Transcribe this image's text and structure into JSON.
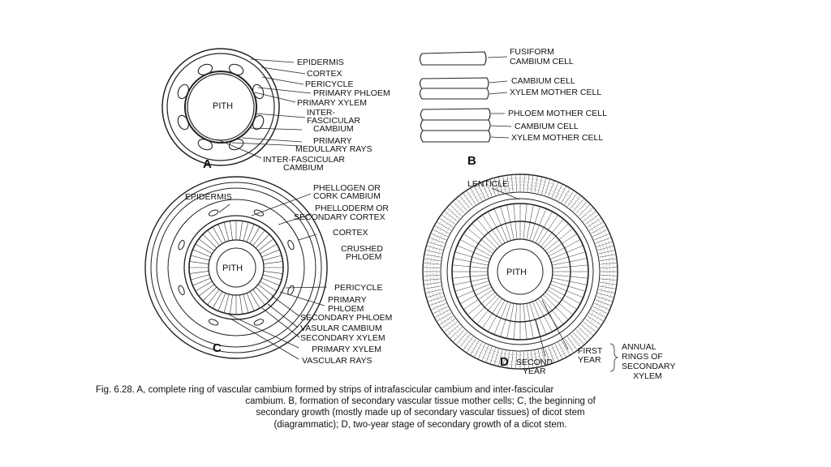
{
  "figure": {
    "panel_a": {
      "letter": "A",
      "pith": "PITH",
      "labels": {
        "epidermis": "EPIDERMIS",
        "cortex": "CORTEX",
        "pericycle": "PERICYCLE",
        "primary_phloem": "PRIMARY PHLOEM",
        "primary_xylem": "PRIMARY XYLEM",
        "inter_fasc_1": "INTER-",
        "inter_fasc_2": "FASCICULAR",
        "inter_fasc_3": "CAMBIUM",
        "medullary_1": "PRIMARY",
        "medullary_2": "MEDULLARY RAYS",
        "interfasc_1": "INTER-FASCICULAR",
        "interfasc_2": "CAMBIUM"
      }
    },
    "panel_b": {
      "letter": "B",
      "labels": {
        "fusiform_1": "FUSIFORM",
        "fusiform_2": "CAMBIUM CELL",
        "cambium_cell_1": "CAMBIUM CELL",
        "xylem_mother_1": "XYLEM MOTHER CELL",
        "phloem_mother": "PHLOEM MOTHER CELL",
        "cambium_cell_2": "CAMBIUM CELL",
        "xylem_mother_2": "XYLEM MOTHER CELL"
      }
    },
    "panel_c": {
      "letter": "C",
      "pith": "PITH",
      "labels": {
        "epidermis": "EPIDERMIS",
        "phellogen_1": "PHELLOGEN OR",
        "phellogen_2": "CORK CAMBIUM",
        "phelloderm_1": "PHELLODERM OR",
        "phelloderm_2": "SECONDARY CORTEX",
        "cortex": "CORTEX",
        "crushed_1": "CRUSHED",
        "crushed_2": "PHLOEM",
        "pericycle": "PERICYCLE",
        "primary_phloem_1": "PRIMARY",
        "primary_phloem_2": "PHLOEM",
        "secondary_phloem": "SECONDARY PHLOEM",
        "vascular_cambium": "VASULAR CAMBIUM",
        "secondary_xylem": "SECONDARY XYLEM",
        "primary_xylem": "PRIMARY XYLEM",
        "vascular_rays": "VASCULAR RAYS"
      }
    },
    "panel_d": {
      "letter": "D",
      "pith": "PITH",
      "labels": {
        "lenticle": "LENTICLE",
        "first_1": "FIRST",
        "first_2": "YEAR",
        "second_1": "SECOND",
        "second_2": "YEAR",
        "annual_1": "ANNUAL",
        "annual_2": "RINGS OF",
        "annual_3": "SECONDARY",
        "annual_4": "XYLEM"
      }
    }
  },
  "caption": {
    "line1": "Fig. 6.28. A, complete ring of vascular cambium formed by strips of intrafascicular cambium and inter-fascicular",
    "line2": "cambium. B, formation of secondary vascular tissue mother cells; C, the beginning of",
    "line3": "secondary growth (mostly made up of secondary vascular tissues) of dicot stem",
    "line4": "(diagrammatic); D, two-year stage of secondary growth of a dicot stem."
  }
}
